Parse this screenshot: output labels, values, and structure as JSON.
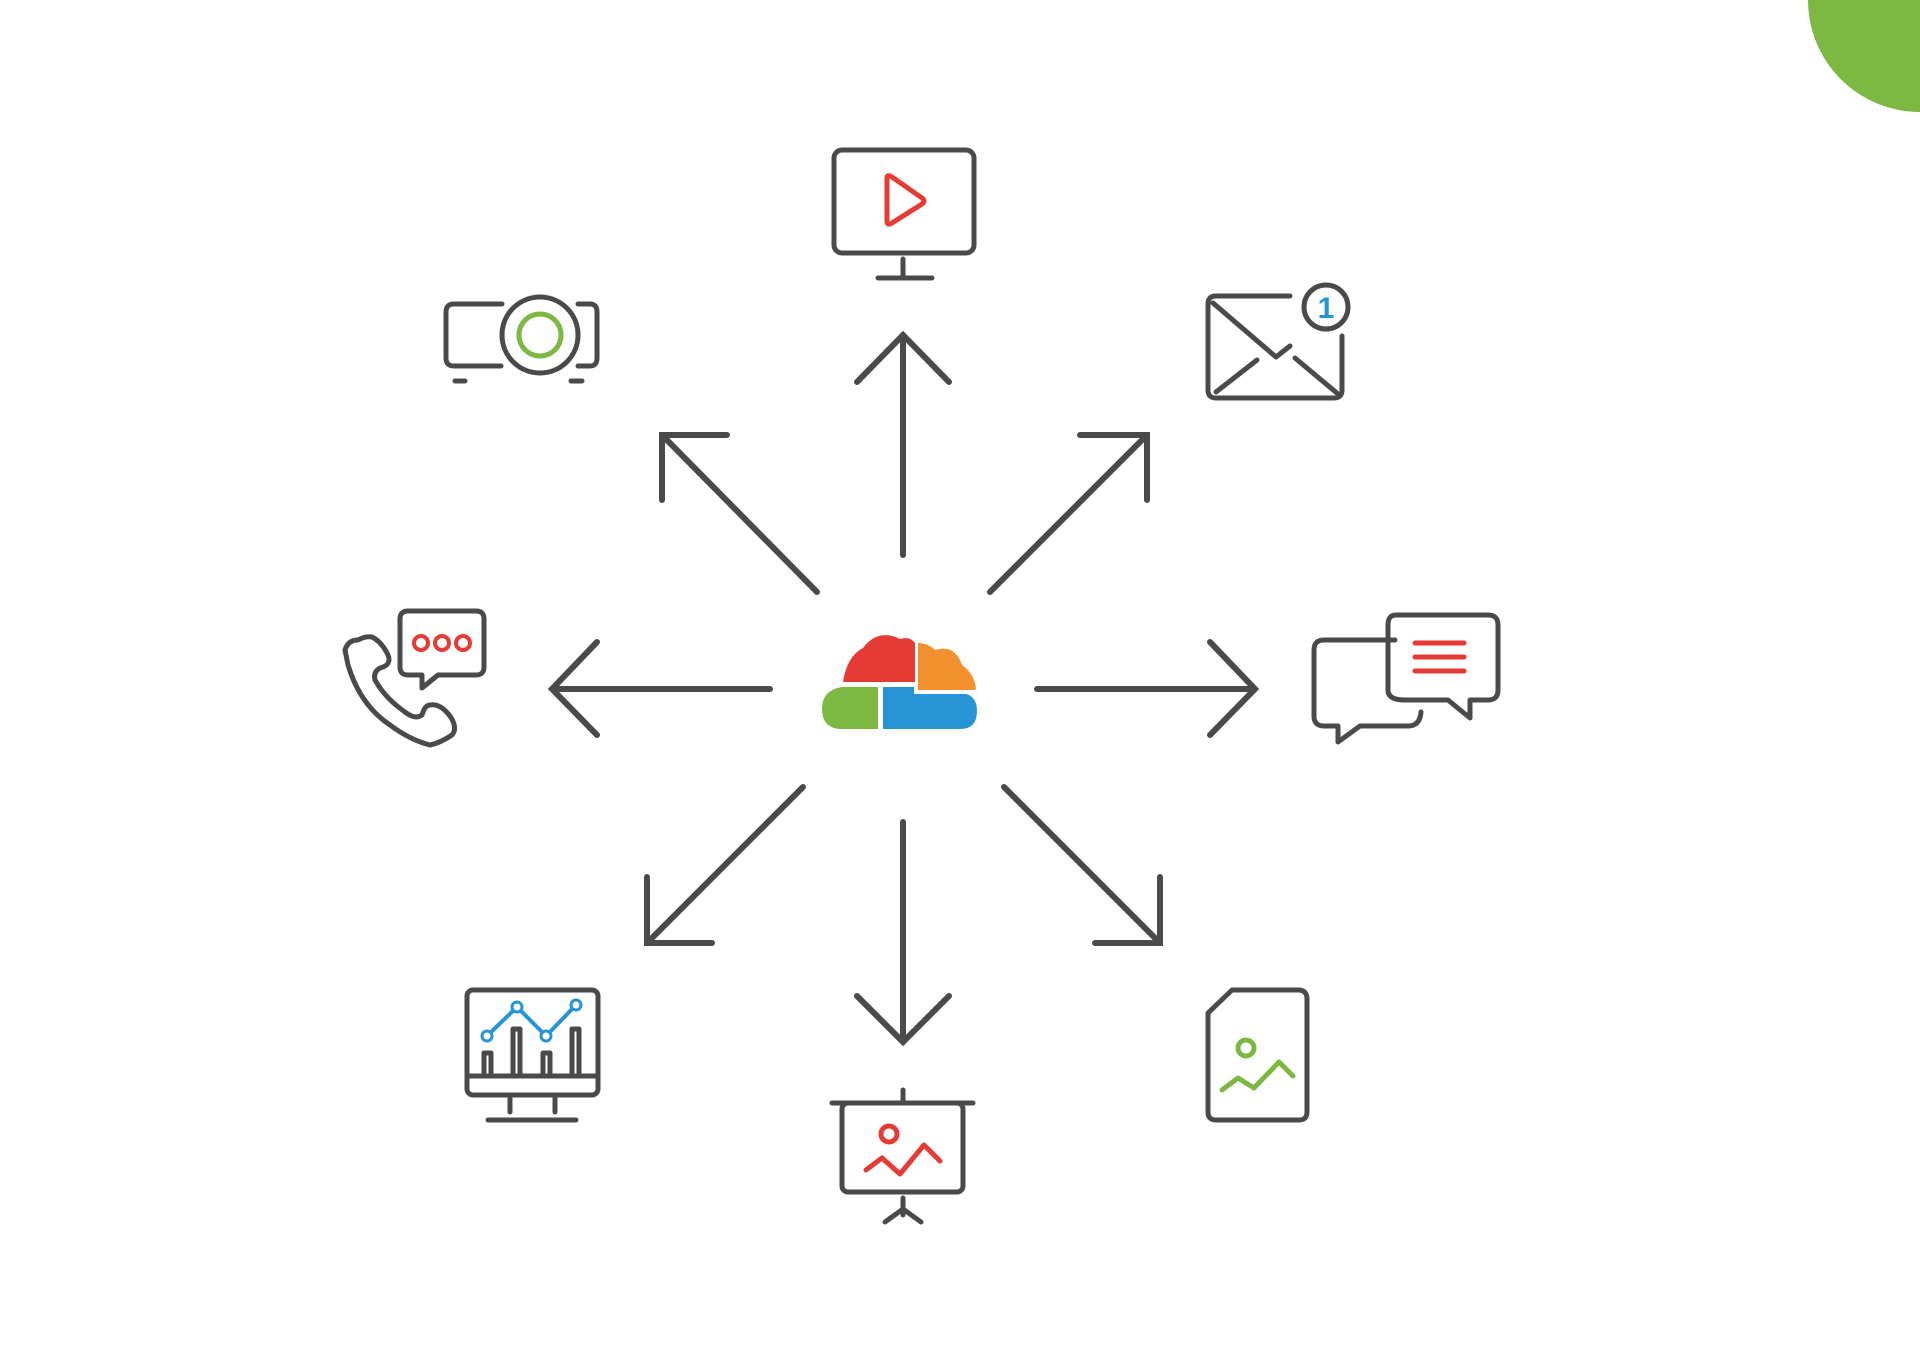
{
  "colors": {
    "ink": "#4a4a4a",
    "red": "#e63a35",
    "orange": "#f39130",
    "green": "#7db843",
    "blue": "#2694d5",
    "corner_accent": "#7db843"
  },
  "center": {
    "icon": "cloud-icon",
    "segments": [
      "red",
      "orange",
      "green",
      "blue"
    ]
  },
  "spokes": [
    {
      "direction": "up",
      "icon": "monitor-play-icon"
    },
    {
      "direction": "up-right",
      "icon": "mail-notification-icon"
    },
    {
      "direction": "right",
      "icon": "chat-bubbles-icon"
    },
    {
      "direction": "down-right",
      "icon": "image-file-icon"
    },
    {
      "direction": "down",
      "icon": "presentation-board-icon"
    },
    {
      "direction": "down-left",
      "icon": "analytics-monitor-icon"
    },
    {
      "direction": "left",
      "icon": "phone-message-icon"
    },
    {
      "direction": "up-left",
      "icon": "projector-icon"
    }
  ],
  "mail_badge": {
    "count": "1"
  }
}
